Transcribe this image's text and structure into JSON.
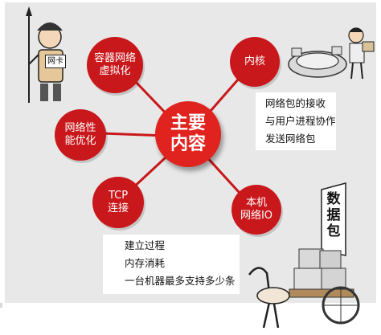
{
  "diagram": {
    "center": {
      "label": "主要\n内容"
    },
    "nodes": {
      "container": {
        "label": "容器网络\n虚拟化"
      },
      "kernel": {
        "label": "内核"
      },
      "performance": {
        "label": "网络性\n能优化"
      },
      "tcp": {
        "label": "TCP\n连接"
      },
      "local": {
        "label": "本机\n网络IO"
      }
    },
    "kernel_points": [
      "网络包的接收",
      "与用户进程协作",
      "发送网络包"
    ],
    "tcp_points": [
      "建立过程",
      "内存消耗",
      "一台机器最多支持多少条"
    ],
    "illustrations": {
      "soldier_badge": "网卡",
      "flag_text": "数据包"
    },
    "colors": {
      "node": "#c9181b",
      "center": "#e0231f",
      "background": "#e8e8e8"
    }
  }
}
